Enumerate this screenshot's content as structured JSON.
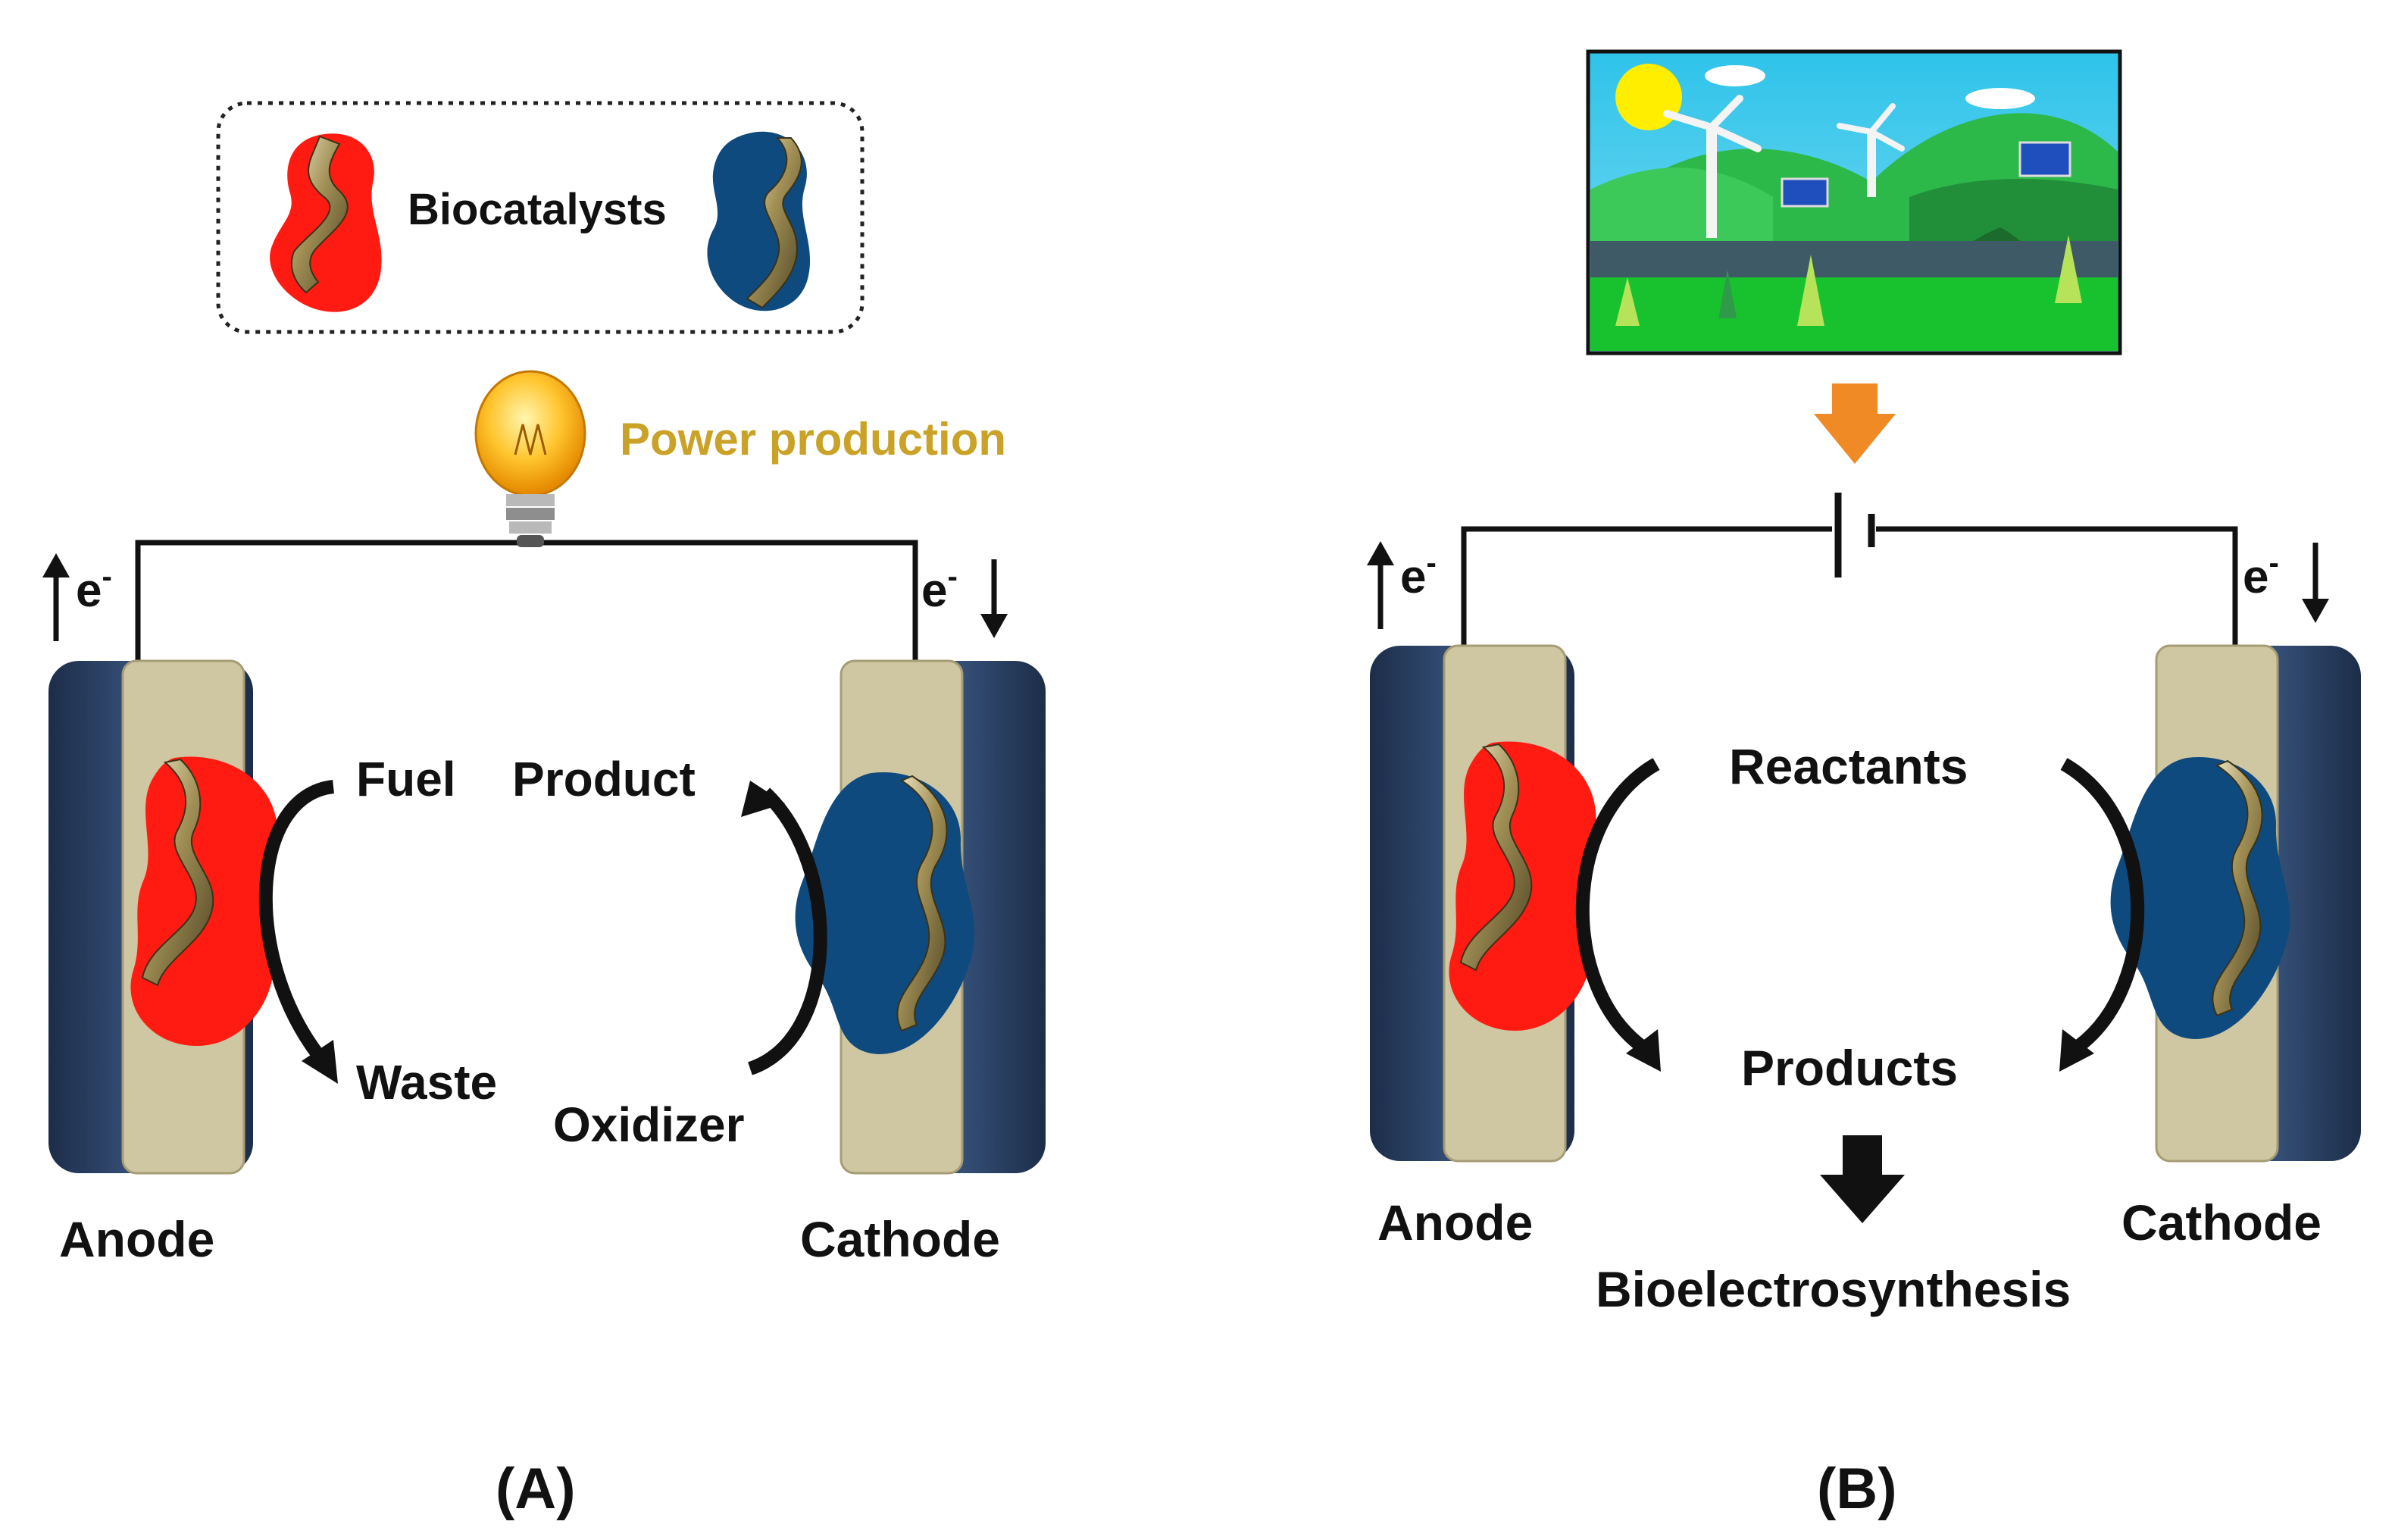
{
  "legend": {
    "label": "Biocatalysts"
  },
  "panel_a": {
    "power_label": "Power production",
    "electron_symbol": "e",
    "electron_charge": "-",
    "fuel": "Fuel",
    "waste": "Waste",
    "product": "Product",
    "oxidizer": "Oxidizer",
    "anode": "Anode",
    "cathode": "Cathode",
    "caption": "(A)"
  },
  "panel_b": {
    "electron_symbol": "e",
    "electron_charge": "-",
    "reactants": "Reactants",
    "products": "Products",
    "bioelectrosynthesis": "Bioelectrosynthesis",
    "anode": "Anode",
    "cathode": "Cathode",
    "caption": "(B)"
  },
  "colors": {
    "anode_enzyme": "#ff1a12",
    "cathode_enzyme": "#0e4a7e",
    "electrode_dark": "#243a5c",
    "electrode_light": "#cfc6a2",
    "power_text": "#c9a227",
    "renewable_arrow": "#f08a24",
    "wire": "#111111"
  },
  "icons": {
    "bulb": "light-bulb-icon",
    "battery": "battery-icon",
    "landscape": "renewable-energy-landscape-icon"
  }
}
